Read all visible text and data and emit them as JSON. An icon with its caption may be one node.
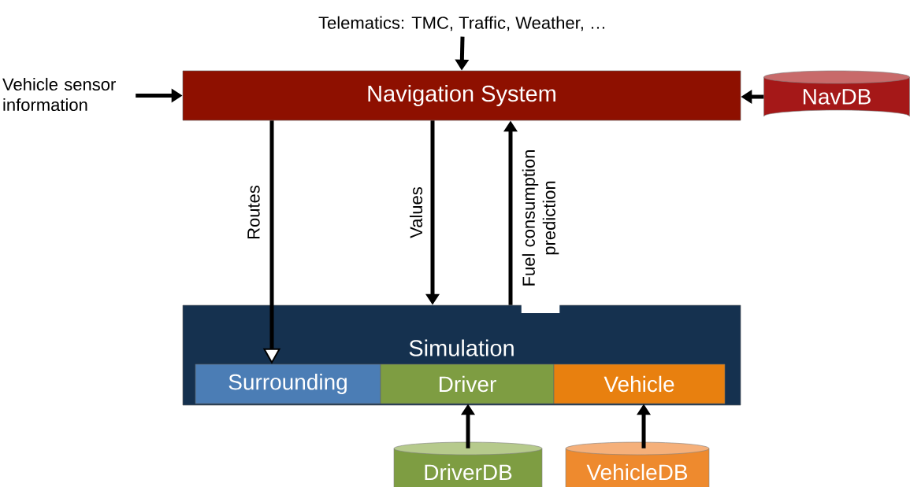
{
  "diagram": {
    "nodes": [
      {
        "text": [
          "Telematics: TMC, Traffic, Weather, …"
        ]
      },
      {
        "text": [
          "Vehicle sensor information"
        ]
      },
      {
        "text": [
          "Navigation System"
        ]
      },
      {
        "text": [
          "NavDB"
        ]
      },
      {
        "text": [
          "Simulation"
        ]
      },
      {
        "text": [
          "Surrounding"
        ],
        "in": 4
      },
      {
        "text": [
          "Driver"
        ],
        "in": 4
      },
      {
        "text": [
          "Vehicle"
        ],
        "in": 4
      },
      {
        "text": [
          "DriverDB"
        ]
      },
      {
        "text": [
          "VehicleDB"
        ]
      }
    ],
    "edges": [
      {
        "from": 0,
        "to": 2,
        "arrow": "to"
      },
      {
        "from": 1,
        "to": 2,
        "arrow": "to"
      },
      {
        "from": 3,
        "to": 2,
        "arrow": "to"
      },
      {
        "from": 2,
        "to": 5,
        "arrow": "to",
        "label": "Routes"
      },
      {
        "from": 2,
        "to": 4,
        "arrow": "to",
        "label": "Values"
      },
      {
        "from": 4,
        "to": 2,
        "arrow": "to",
        "label": "Fuel consumption prediction"
      },
      {
        "from": 8,
        "to": 6,
        "arrow": "to"
      },
      {
        "from": 9,
        "to": 7,
        "arrow": "to"
      }
    ]
  }
}
